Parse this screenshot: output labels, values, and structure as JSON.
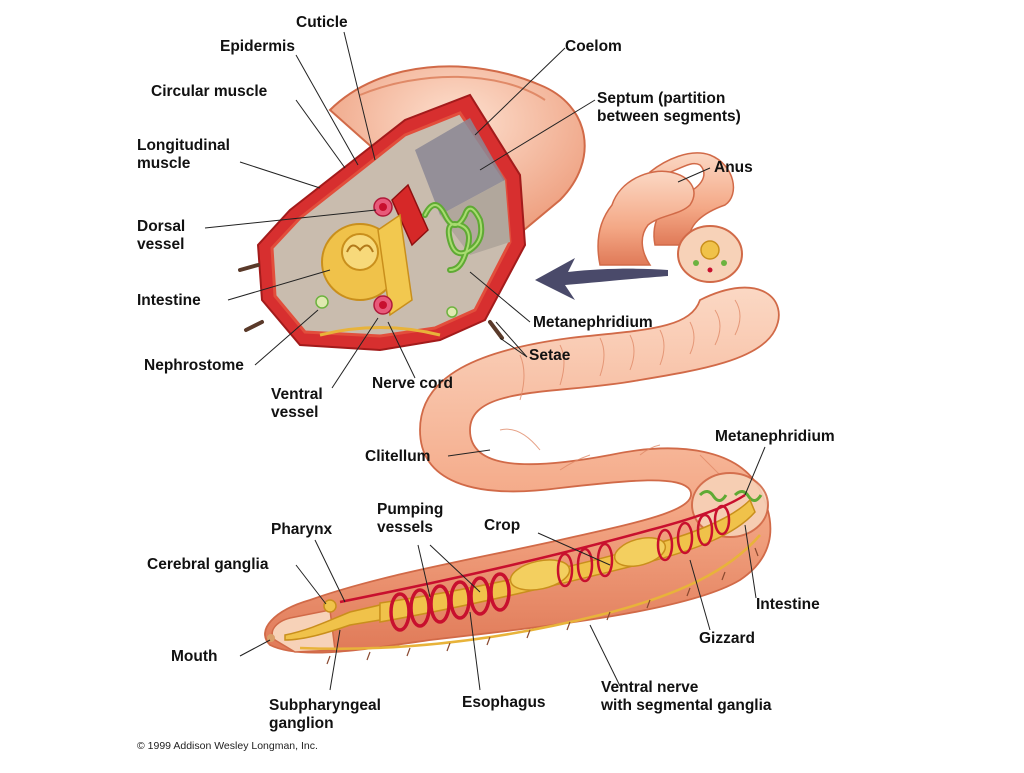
{
  "colors": {
    "skin": "#f4a27e",
    "skin_light": "#fbd3bd",
    "skin_dark": "#d9674a",
    "vessel": "#c8102e",
    "nerve": "#e8b33a",
    "metanephridium": "#6db33f",
    "coelom": "#c9bcae",
    "arrow": "#4a4a6a"
  },
  "labels": {
    "cuticle": "Cuticle",
    "epidermis": "Epidermis",
    "circular_muscle": "Circular muscle",
    "longitudinal_muscle": "Longitudinal\nmuscle",
    "dorsal_vessel": "Dorsal\nvessel",
    "intestine_cs": "Intestine",
    "nephrostome": "Nephrostome",
    "ventral_vessel": "Ventral\nvessel",
    "nerve_cord": "Nerve cord",
    "coelom": "Coelom",
    "septum": "Septum (partition\nbetween segments)",
    "anus": "Anus",
    "metanephridium_cs": "Metanephridium",
    "setae": "Setae",
    "clitellum": "Clitellum",
    "metanephridium_body": "Metanephridium",
    "pumping_vessels": "Pumping\nvessels",
    "crop": "Crop",
    "pharynx": "Pharynx",
    "cerebral_ganglia": "Cerebral ganglia",
    "intestine_body": "Intestine",
    "gizzard": "Gizzard",
    "mouth": "Mouth",
    "subpharyngeal_ganglion": "Subpharyngeal\nganglion",
    "esophagus": "Esophagus",
    "ventral_nerve": "Ventral nerve\nwith segmental ganglia"
  },
  "credit": "© 1999 Addison Wesley Longman, Inc."
}
